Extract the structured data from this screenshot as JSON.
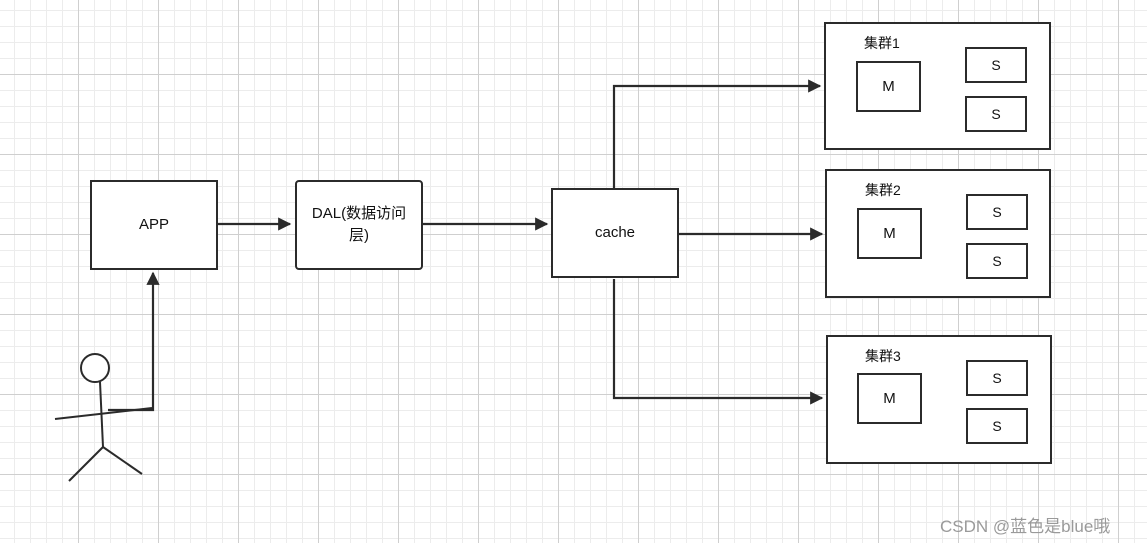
{
  "nodes": {
    "app": "APP",
    "dal": "DAL(数据访问层)",
    "cache": "cache"
  },
  "clusters": [
    {
      "title": "集群1",
      "master": "M",
      "slaves": [
        "S",
        "S"
      ]
    },
    {
      "title": "集群2",
      "master": "M",
      "slaves": [
        "S",
        "S"
      ]
    },
    {
      "title": "集群3",
      "master": "M",
      "slaves": [
        "S",
        "S"
      ]
    }
  ],
  "watermark": "CSDN @蓝色是blue哦",
  "colors": {
    "stroke": "#2b2b2b",
    "grid": "#cfcfcf",
    "watermark": "#9a9a9a"
  }
}
